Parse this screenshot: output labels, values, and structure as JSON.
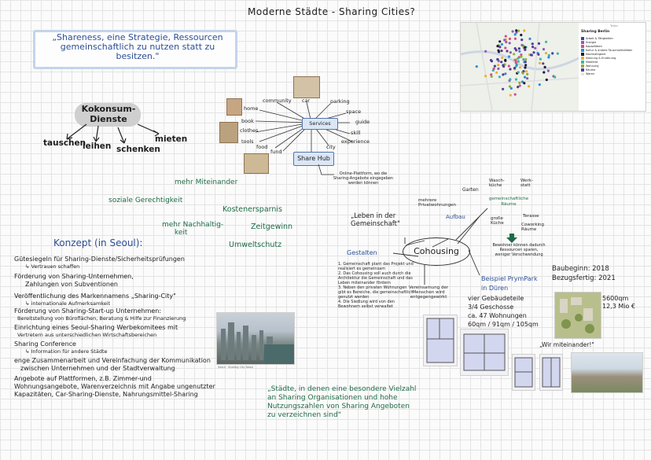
{
  "title": "Moderne Städte - Sharing Cities?",
  "quote": "„Shareness, eine Strategie, Ressourcen gemeinschaftlich zu nutzen statt zu besitzen.\"",
  "kollaborativ": {
    "title_line1": "Kokonsum-",
    "title_line2": "Dienste",
    "words": [
      "tauschen",
      "leihen",
      "schenken",
      "mieten"
    ]
  },
  "services": {
    "center": "Services",
    "hub": "Share Hub",
    "spokes": [
      "home",
      "community",
      "car",
      "parking",
      "space",
      "guide",
      "book",
      "clothes",
      "tools",
      "skill",
      "experience",
      "food",
      "fund",
      "city"
    ],
    "online": "Online-Plattform, wo die Sharing-Angebote eingegeben werden können"
  },
  "benefits": [
    "mehr Miteinander",
    "soziale Gerechtigkeit",
    "Kostenersparnis",
    "mehr Nachhaltig-",
    "keit",
    "Zeitgewinn",
    "Umweltschutz"
  ],
  "konzept": {
    "title": "Konzept (in Seoul):",
    "items": [
      {
        "text": "Gütesiegeln für Sharing-Dienste/Sicherheitsprüfungen",
        "sub": "↳ Vertrauen schaffen"
      },
      {
        "text": "Förderung von Sharing-Unternehmen,",
        "sub": "Zahlungen von Subventionen"
      },
      {
        "text": "Veröffentlichung des Markennamens „Sharing-City\"",
        "sub": "↳ internationale Aufmerksamkeit"
      },
      {
        "text": "Förderung von Sharing-Start-up Unternehmen:",
        "sub": "Bereitstellung von Büroflächen, Beratung & Hilfe zur Finanzierung"
      },
      {
        "text": "Einrichtung eines Seoul-Sharing Werbekomitees mit",
        "sub": "Vertretern aus unterschiedlichen Wirtschaftsbereichen"
      },
      {
        "text": "Sharing Conference",
        "sub": "↳ Information für andere Städte"
      },
      {
        "text": "enge Zusammenarbeit und Vereinfachung der Kommunikation",
        "sub": "zwischen Unternehmen und der Stadtverwaltung"
      },
      {
        "text": "Angebote auf Plattformen, z.B. Zimmer-und",
        "sub": "Wohnungsangebote, Warenverzeichnis mit Angabe ungenutzter Kapazitäten, Car-Sharing-Dienste, Nahrungsmittel-Sharing"
      }
    ]
  },
  "photo_caption": "Seoul · Sharing City Seoul",
  "closing_quote": "„Städte, in denen eine besondere Vielzahl an Sharing Organisationen und hohe Nutzungszahlen von Sharing Angeboten zu verzeichnen sind\"",
  "cohousing": {
    "center": "Cohousing",
    "leben": "„Leben in der Gemeinschaft\"",
    "gestalten": "Gestalten",
    "gestalten_points": [
      "1. Gemeinschaft plant das Projekt und realisiert es gemeinsam",
      "2. Das Cohousing soll auch durch die Architektur die Gemeinschaft und das Leben miteinander fördern",
      "3. Neben den privaten Wohnungen gibt es Bereiche, die gemeinschaftlich genutzt werden",
      "4. Die Siedlung wird von den Bewohnern selbst verwaltet"
    ],
    "vereinsamung": "Vereinsamung der Menschen wird entgegengewirkt",
    "aufbau": "Aufbau",
    "aufbau_items": [
      "mehrere Privatwohnungen",
      "Garten",
      "Wasch-küche",
      "Werk-statt",
      "gemeinschaftliche Räume",
      "Terasse",
      "große Küche",
      "Coworking Räume"
    ],
    "bewohner": "Bewohner können dadurch Ressourcen sparen, weniger Verschwendung"
  },
  "beispiel": {
    "title": "Beispiel PrymPark in Düren",
    "facts": [
      "vier Gebäudeteile",
      "3/4 Geschosse",
      "ca. 47 Wohnungen",
      "60qm / 91qm / 105qm"
    ],
    "bau": [
      "Baubeginn: 2018",
      "Bezugsfertig: 2021"
    ],
    "size": [
      "5600qm",
      "12,3 Mio €"
    ],
    "motto": "„Wir miteinander!\""
  },
  "map": {
    "title": "Sharing Berlin",
    "legend": [
      "Arbeit & Tätigkeiten",
      "Energie",
      "Kapazitäten",
      "Kultur & andere Tauschaktivitäten",
      "Nachhaltigkeit",
      "Nahrung & Ernährung",
      "Mobilität",
      "Wohnung",
      "Räume",
      "Waren"
    ],
    "colors": [
      "#4b3d9c",
      "#8f5db0",
      "#d1508c",
      "#2e8fd6",
      "#1c1c3a",
      "#e3b33a",
      "#3fb5a7",
      "#8bb13a",
      "#5e3a8f",
      "#e5e5e5"
    ],
    "link": "Teilen"
  }
}
